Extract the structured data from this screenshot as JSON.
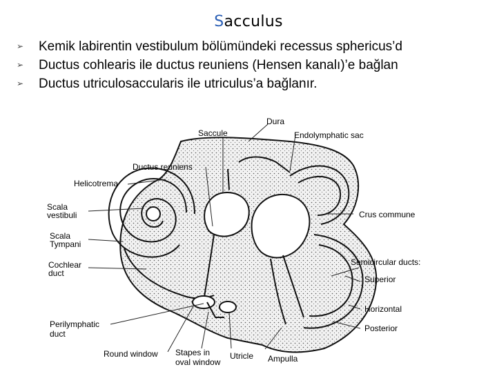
{
  "slide": {
    "title_first": "S",
    "title_rest": "acculus",
    "bullets": [
      "Kemik labirentin vestibulum bölümündeki recessus sphericus’d",
      "Ductus cohlearis ile  ductus reuniens (Hensen kanalı)’e bağlan",
      "Ductus utriculosaccularis ile utriculus’a bağlanır."
    ],
    "bullet_icon": "arrow-bullet-icon"
  },
  "figure": {
    "labels": {
      "dura": "Dura",
      "saccule": "Saccule",
      "endolymphatic_sac": "Endolymphatic sac",
      "ductus_reuniens": "Ductus reuniens",
      "helicotrema": "Helicotrema",
      "scala_vestibuli_1": "Scala",
      "scala_vestibuli_2": "vestibuli",
      "scala_tympani_1": "Scala",
      "scala_tympani_2": "Tympani",
      "cochlear_duct_1": "Cochlear",
      "cochlear_duct_2": "duct",
      "perilymphatic_duct_1": "Perilymphatic",
      "perilymphatic_duct_2": "duct",
      "round_window": "Round window",
      "stapes_1": "Stapes in",
      "stapes_2": "oval window",
      "utricle": "Utricle",
      "ampulla": "Ampulla",
      "crus_commune": "Crus commune",
      "semicircular_ducts": "Semicircular ducts:",
      "superior": "Superior",
      "horizontal": "Horizontal",
      "posterior": "Posterior"
    }
  }
}
